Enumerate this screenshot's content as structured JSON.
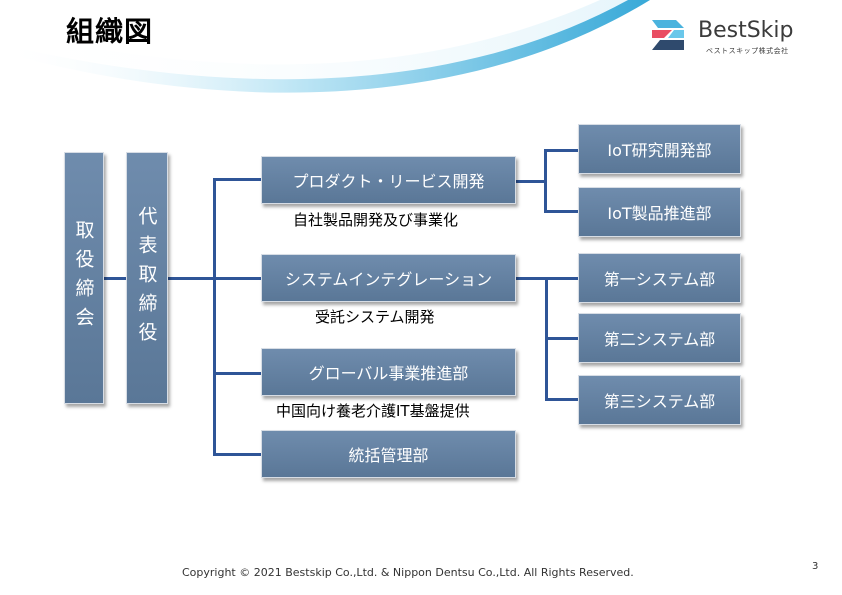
{
  "header": {
    "title": "組織図",
    "logo_name": "BestSkip",
    "logo_sub": "ベストスキップ株式会社"
  },
  "board": "取役締会",
  "president": "代表取締役",
  "departments": [
    {
      "name": "プロダクト・リービス開発",
      "caption": "自社製品開発及び事業化"
    },
    {
      "name": "システムインテグレーション",
      "caption": "受託システム開発"
    },
    {
      "name": "グローバル事業推進部",
      "caption": "中国向け養老介護IT基盤提供"
    },
    {
      "name": "統括管理部",
      "caption": ""
    }
  ],
  "sub_units": {
    "product": [
      "IoT研究開発部",
      "IoT製品推進部"
    ],
    "si": [
      "第一システム部",
      "第二システム部",
      "第三システム部"
    ]
  },
  "footer": {
    "copyright": "Copyright © 2021 Bestskip Co.,Ltd. & Nippon Dentsu Co.,Ltd. All Rights Reserved.",
    "page": "3"
  },
  "colors": {
    "box": "#6482a4",
    "line": "#2f5597",
    "swoosh": "#4ab3de"
  }
}
